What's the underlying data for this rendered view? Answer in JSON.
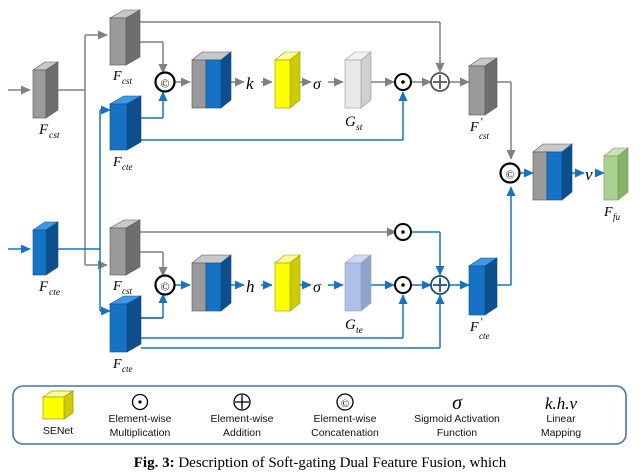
{
  "figure": {
    "caption_prefix": "Fig. 3:",
    "caption_text": "Description of Soft-gating Dual Feature Fusion, which"
  },
  "symbols": {
    "sigma": "σ",
    "mult": "⊙",
    "add": "⊕",
    "concat": "©",
    "k": "k",
    "h": "h",
    "v": "v"
  },
  "blocks": {
    "in_cst": "F",
    "in_cst_sub": "cst",
    "in_cte": "F",
    "in_cte_sub": "cte",
    "top_cst": "F",
    "top_cst_sub": "cst",
    "top_cte": "F",
    "top_cte_sub": "cte",
    "bot_cst": "F",
    "bot_cst_sub": "cst",
    "bot_cte": "F",
    "bot_cte_sub": "cte",
    "gate_st": "G",
    "gate_st_sub": "st",
    "gate_te": "G",
    "gate_te_sub": "te",
    "out_cst": "F",
    "out_cst_sub": "cst",
    "out_cte": "F",
    "out_cte_sub": "cte",
    "fusion": "F",
    "fusion_sub": "fu",
    "prime": "′"
  },
  "legend": {
    "items": [
      {
        "icon": "senet-cube-icon",
        "label_line1": "SENet",
        "label_line2": ""
      },
      {
        "icon": "mult-circle-icon",
        "label_line1": "Element-wise",
        "label_line2": "Multiplication"
      },
      {
        "icon": "add-circle-icon",
        "label_line1": "Element-wise",
        "label_line2": "Addition"
      },
      {
        "icon": "concat-circle-icon",
        "label_line1": "Element-wise",
        "label_line2": "Concatenation"
      },
      {
        "icon": "sigma-icon",
        "label_line1": "Sigmoid Activation",
        "label_line2": "Function"
      },
      {
        "icon": "khv-icon",
        "label_line1": "Linear",
        "label_line2": "Mapping"
      }
    ],
    "sigma_glyph": "σ",
    "khv_glyph": "k.h.v"
  },
  "colors": {
    "gray_face": "#9a9a9a",
    "gray_top": "#c8c8c8",
    "gray_side": "#6e6e6e",
    "blue_face": "#1573c6",
    "blue_top": "#3d9ae8",
    "blue_side": "#0d4f8b",
    "yellow_face": "#ffff00",
    "yellow_top": "#ffff99",
    "yellow_side": "#cccc00",
    "light_gray_face": "#e8e8e8",
    "light_blue_face": "#adc0e8",
    "green_face": "#a9d18e",
    "green_top": "#c9e4b4",
    "green_side": "#86b368",
    "arrow_gray": "#808080",
    "arrow_blue": "#1573c6",
    "legend_border": "#4472c4"
  }
}
